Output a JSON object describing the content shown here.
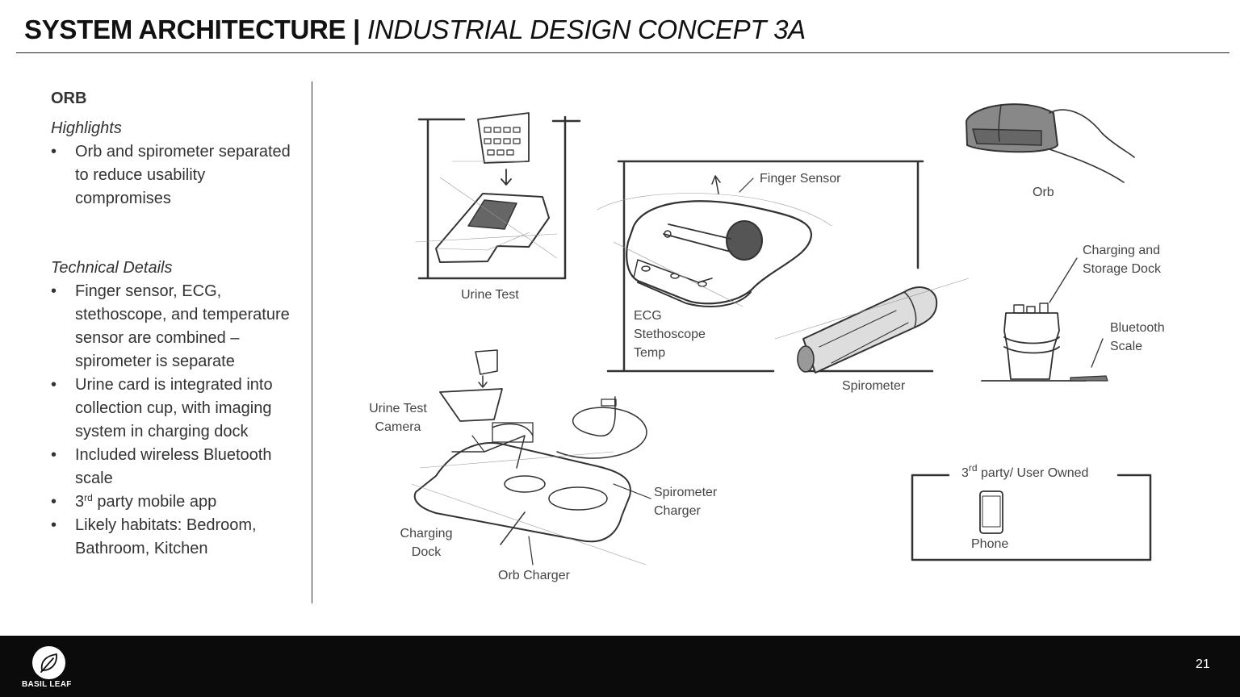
{
  "header": {
    "title_bold": "SYSTEM ARCHITECTURE |",
    "title_italic": "INDUSTRIAL DESIGN CONCEPT 3A"
  },
  "left_panel": {
    "heading": "ORB",
    "highlights_title": "Highlights",
    "highlights": [
      "Orb and spirometer separated to reduce usability compromises"
    ],
    "technical_title": "Technical Details",
    "technical": [
      "Finger sensor, ECG, stethoscope, and temperature sensor are combined – spirometer is separate",
      "Urine card is integrated into collection cup, with imaging system in charging dock",
      "Included wireless Bluetooth scale"
    ],
    "technical_app": {
      "pre": "3",
      "sup": "rd",
      "post": " party mobile app"
    },
    "technical_last": "Likely habitats: Bedroom, Bathroom, Kitchen"
  },
  "labels": {
    "urine_test": "Urine Test",
    "finger_sensor": "Finger Sensor",
    "orb": "Orb",
    "charging_storage_1": "Charging and",
    "charging_storage_2": "Storage Dock",
    "bluetooth_1": "Bluetooth",
    "bluetooth_2": "Scale",
    "ecg": "ECG",
    "stethoscope": "Stethoscope",
    "temp": "Temp",
    "spirometer": "Spirometer",
    "urine_camera_1": "Urine Test",
    "urine_camera_2": "Camera",
    "spiro_charger_1": "Spirometer",
    "spiro_charger_2": "Charger",
    "charging_dock_1": "Charging",
    "charging_dock_2": "Dock",
    "orb_charger": "Orb Charger",
    "third_party": {
      "pre": "3",
      "sup": "rd",
      "post": " party/ User Owned"
    },
    "phone": "Phone"
  },
  "footer": {
    "logo_text": "BASIL LEAF",
    "page_number": "21"
  }
}
